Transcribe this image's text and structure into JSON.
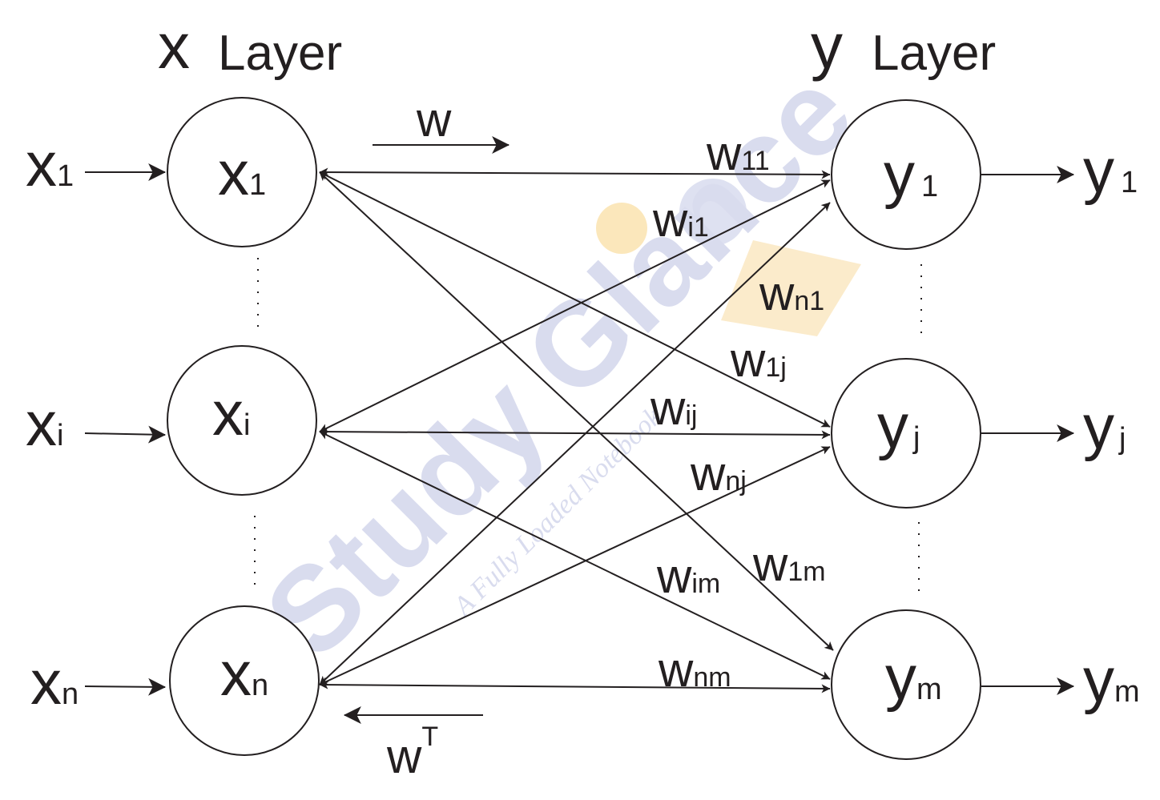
{
  "titles": {
    "x_letter": "x",
    "x_word": "Layer",
    "y_letter": "y",
    "y_word": "Layer"
  },
  "forward": {
    "label": "w"
  },
  "backward": {
    "label": "w",
    "sup": "T"
  },
  "x_nodes": [
    {
      "base": "x",
      "sub": "1"
    },
    {
      "base": "x",
      "sub": "i"
    },
    {
      "base": "x",
      "sub": "n"
    }
  ],
  "y_nodes": [
    {
      "base": "y",
      "sub": "1"
    },
    {
      "base": "y",
      "sub": "j"
    },
    {
      "base": "y",
      "sub": "m"
    }
  ],
  "x_inputs": [
    {
      "base": "x",
      "sub": "1"
    },
    {
      "base": "x",
      "sub": "i"
    },
    {
      "base": "x",
      "sub": "n"
    }
  ],
  "y_outputs": [
    {
      "base": "y",
      "sub": "1"
    },
    {
      "base": "y",
      "sub": "j"
    },
    {
      "base": "y",
      "sub": "m"
    }
  ],
  "weights": [
    {
      "id": "w11",
      "base": "w",
      "sub": "11"
    },
    {
      "id": "wi1",
      "base": "w",
      "sub": "i1"
    },
    {
      "id": "wn1",
      "base": "w",
      "sub": "n1"
    },
    {
      "id": "w1j",
      "base": "w",
      "sub": "1j"
    },
    {
      "id": "wij",
      "base": "w",
      "sub": "ij"
    },
    {
      "id": "wnj",
      "base": "w",
      "sub": "nj"
    },
    {
      "id": "w1m",
      "base": "w",
      "sub": "1m"
    },
    {
      "id": "wim",
      "base": "w",
      "sub": "im"
    },
    {
      "id": "wnm",
      "base": "w",
      "sub": "nm"
    }
  ],
  "watermark": {
    "brand": "Study Glance",
    "tagline": "A Fully Loaded Notebook",
    "brand_color": "#c9cde8",
    "accent_color": "#fbe3b0"
  }
}
